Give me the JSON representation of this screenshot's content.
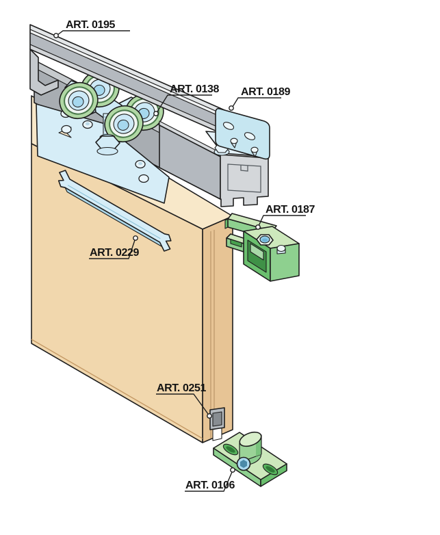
{
  "figure": {
    "type": "technical-illustration",
    "subject": "sliding door hardware exploded diagram",
    "background": "#ffffff"
  },
  "labels": {
    "art0195": "ART. 0195",
    "art0138": "ART. 0138",
    "art0189": "ART. 0189",
    "art0187": "ART. 0187",
    "art0229": "ART. 0229",
    "art0251": "ART. 0251",
    "art0106": "ART. 0106"
  },
  "colors": {
    "label_text": "#141414",
    "door_front": "#f1d7ad",
    "door_top": "#f8e8c9",
    "door_side": "#e7c495",
    "metal_gray": "#b4b9bf",
    "metal_light": "#d4d7da",
    "metal_dark": "#a8adb2",
    "fitting_blue": "#d6edf7",
    "bracket_blue": "#c6e6f1",
    "roller_green": "#b0d8a4",
    "hub_blue": "#cde9f6",
    "guide_green_light": "#cde8bc",
    "guide_green_mid": "#8ed08f",
    "guide_green_dark": "#6abf6e"
  }
}
